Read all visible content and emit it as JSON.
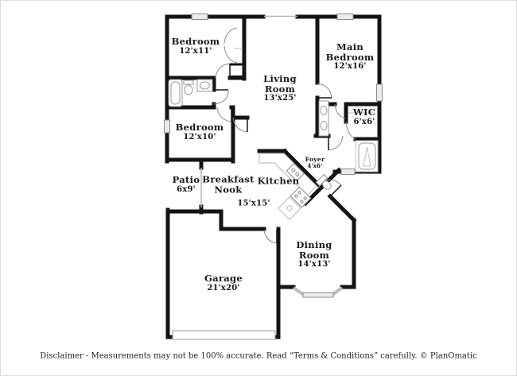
{
  "floor_plan": {
    "rooms": {
      "bedroom_top": {
        "lines": [
          "Bedroom"
        ],
        "dims": "12'x11'"
      },
      "main_bedroom": {
        "lines": [
          "Main",
          "Bedroom"
        ],
        "dims": "12'x16'"
      },
      "living_room": {
        "lines": [
          "Living",
          "Room"
        ],
        "dims": "13'x25'"
      },
      "wic": {
        "lines": [
          "WIC"
        ],
        "dims": "6'x6'"
      },
      "bedroom_mid": {
        "lines": [
          "Bedroom"
        ],
        "dims": "12'x10'"
      },
      "patio": {
        "lines": [
          "Patio"
        ],
        "dims": "6x9'"
      },
      "breakfast_nook": {
        "lines": [
          "Breakfast",
          "Nook"
        ]
      },
      "kitchen": {
        "lines": [
          "Kitchen"
        ]
      },
      "kitchen_dims": {
        "dims": "15'x15'"
      },
      "foyer": {
        "lines": [
          "Foyer"
        ],
        "dims": "4'x6'"
      },
      "dining_room": {
        "lines": [
          "Dining",
          "Room"
        ],
        "dims": "14'x13'"
      },
      "garage": {
        "lines": [
          "Garage"
        ],
        "dims": "21'x20'"
      }
    },
    "footer": {
      "disclaimer": "Disclaimer - Measurements may not be 100% accurate. Read “Terms & Conditions” carefully. © PlanOmatic"
    },
    "colors": {
      "wall": "#141414",
      "window_fill": "#ececec",
      "window_stroke": "#8a8a8a",
      "fixture_stroke": "#9a9a9a",
      "screen_line": "#b5b5b5"
    }
  }
}
